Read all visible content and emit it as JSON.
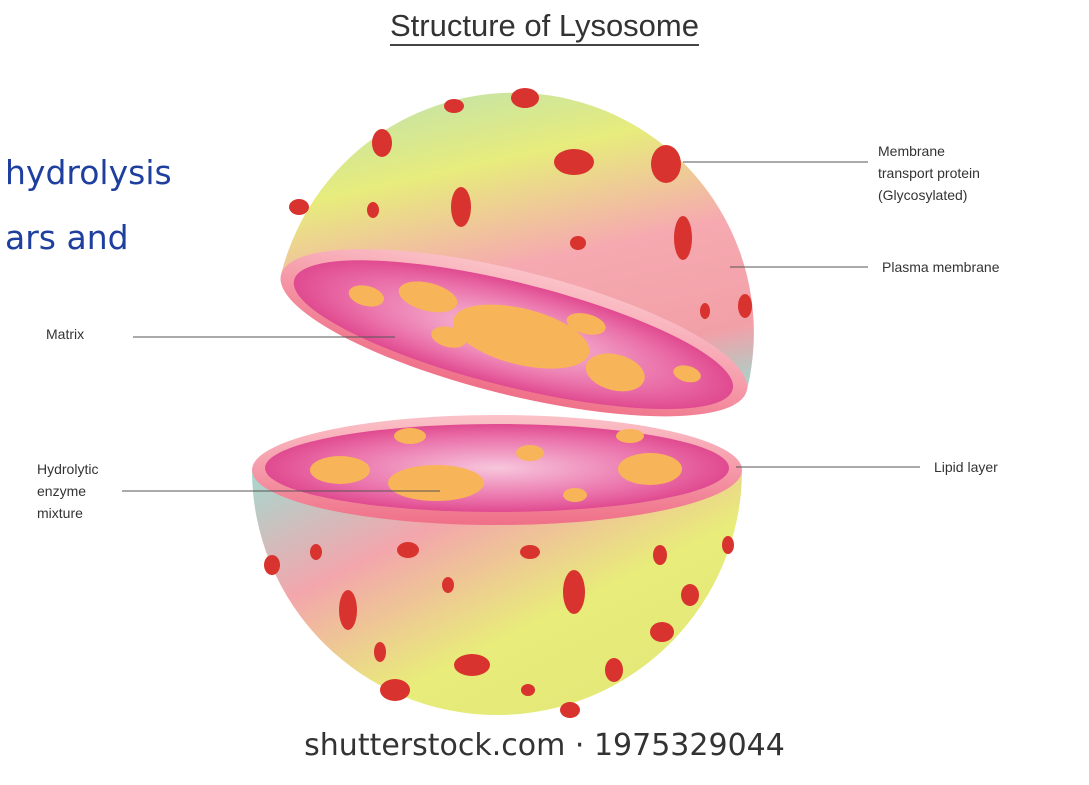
{
  "title": "Structure of Lysosome",
  "background_text": {
    "line1": "hydrolysis",
    "line2": "ars and"
  },
  "labels": {
    "membrane_transport": [
      "Membrane",
      "transport protein",
      "(Glycosylated)"
    ],
    "plasma_membrane": "Plasma membrane",
    "matrix": "Matrix",
    "hydrolytic": [
      "Hydrolytic",
      "enzyme",
      "mixture"
    ],
    "lipid_layer": "Lipid layer"
  },
  "watermark": "shutterstock.com · 1975329044",
  "colors": {
    "text_blue": "#1f3f9e",
    "membrane_pink": "#f27f96",
    "protein_red": "#d8332e",
    "interior_magenta": "#e0479a",
    "enzyme_orange": "#f8b458",
    "shell_yellow": "#e6ec7a",
    "shell_teal": "#a8dccc"
  }
}
